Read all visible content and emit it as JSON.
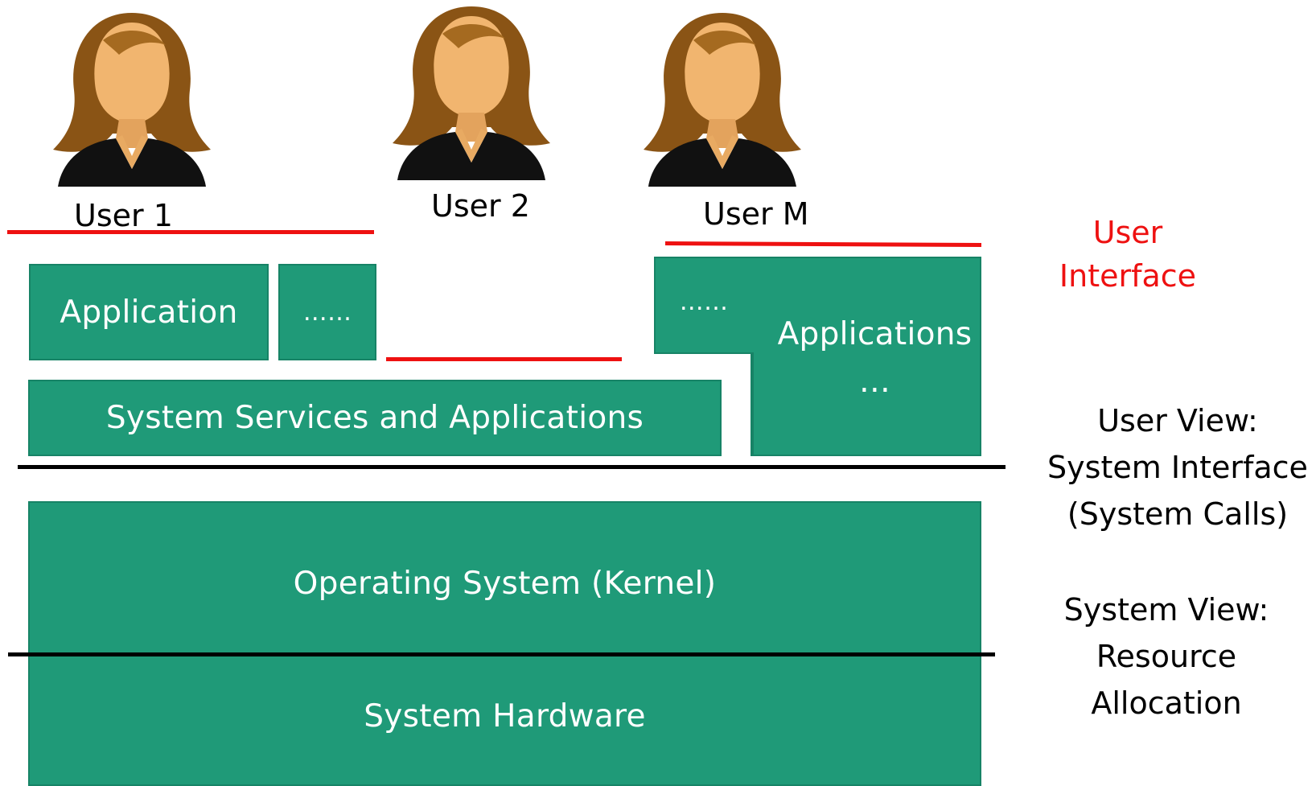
{
  "users": [
    {
      "label": "User 1"
    },
    {
      "label": "User 2"
    },
    {
      "label": "User M"
    }
  ],
  "boxes": {
    "application": "Application",
    "dots_left": "……",
    "dots_right": "……",
    "applications": "Applications",
    "applications_ellipsis": "…",
    "system_services": "System Services and Applications",
    "kernel": "Operating System (Kernel)",
    "hardware": "System Hardware"
  },
  "side_labels": {
    "user_interface": "User Interface",
    "user_view": [
      "User View:",
      "System Interface",
      "(System Calls)"
    ],
    "system_view": [
      "System View:",
      "Resource",
      "Allocation"
    ]
  },
  "colors": {
    "box_fill": "#1f9a78",
    "user_interface_line": "#ee1111",
    "system_interface_line": "#000000"
  },
  "icons": [
    "user-avatar-icon"
  ]
}
